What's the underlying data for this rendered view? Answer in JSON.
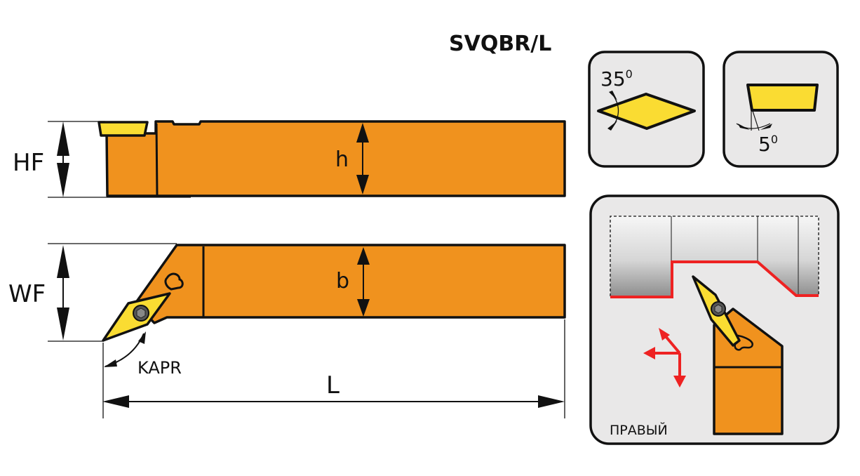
{
  "title": "SVQBR/L",
  "colors": {
    "body": "#F0921E",
    "insert": "#FADC32",
    "outline": "#111111",
    "panel_bg": "#E9E8E8",
    "feed_arrow": "#EE2222",
    "workpiece_top": "#F4F4F4",
    "workpiece_bottom": "#8E8E8E"
  },
  "side_view": {
    "dim_total_height": "HF",
    "dim_shank_height": "h"
  },
  "top_view": {
    "dim_total_width": "WF",
    "dim_shank_width": "b",
    "dim_approach_angle": "KAPR",
    "dim_length": "L"
  },
  "insert_shape_panel": {
    "angle_value": "35",
    "angle_unit": "0"
  },
  "clearance_panel": {
    "angle_value": "5",
    "angle_unit": "0"
  },
  "operation_panel": {
    "hand_label": "ПРАВЫЙ"
  }
}
